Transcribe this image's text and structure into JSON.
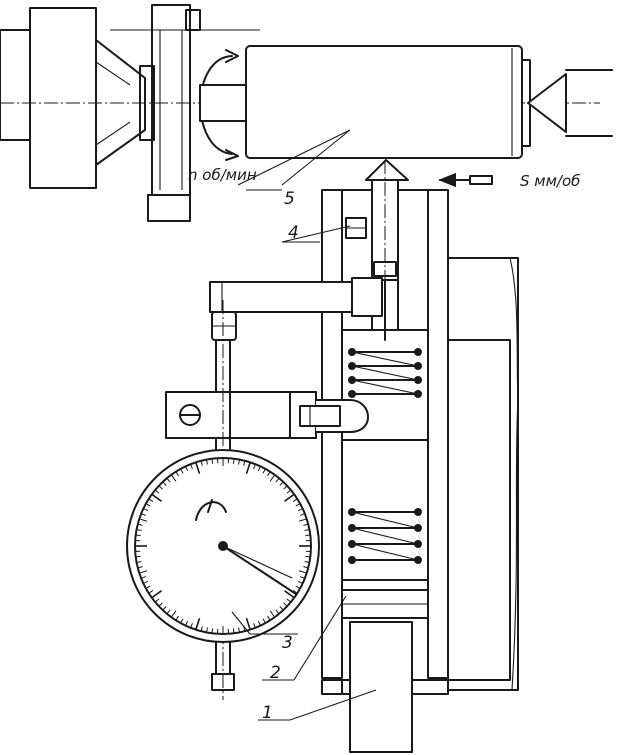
{
  "labels": {
    "part_1": "1",
    "part_2": "2",
    "part_3": "3",
    "part_4": "4",
    "part_5": "5",
    "rotation": "n об/мин",
    "feed": "S мм/об"
  }
}
